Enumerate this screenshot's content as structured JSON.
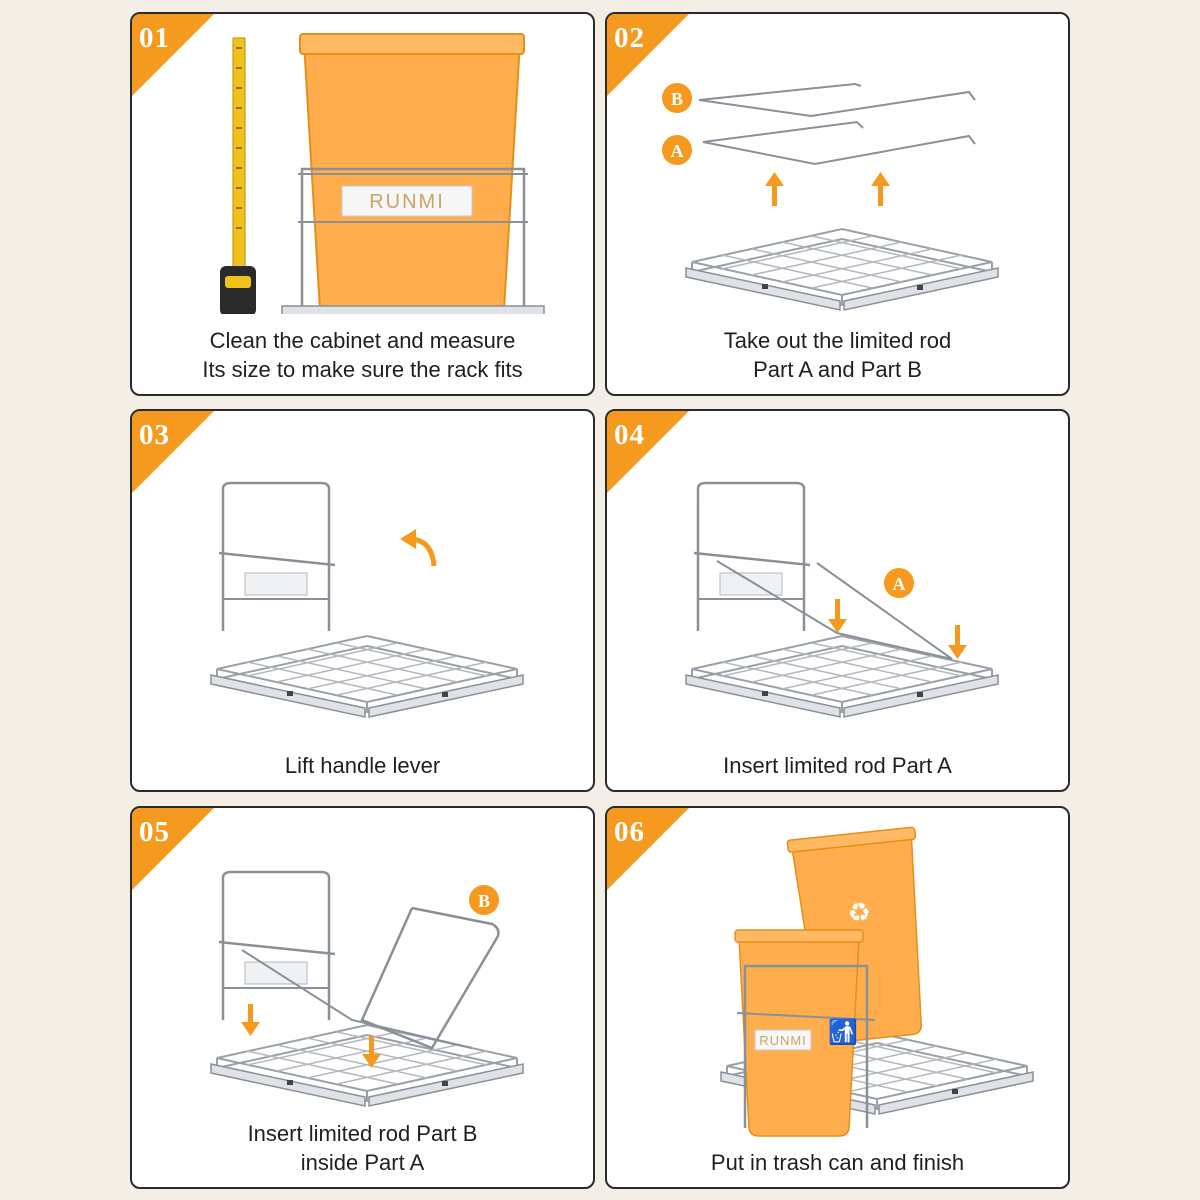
{
  "brand": "RUNMI",
  "accent_color": "#f59a1e",
  "bin_color": "#ffad4d",
  "steps": [
    {
      "number": "01",
      "caption": [
        "Clean the cabinet and measure",
        "Its size to make sure the rack fits"
      ]
    },
    {
      "number": "02",
      "caption": [
        "Take out the limited rod",
        "Part A and Part B"
      ],
      "labels": [
        "B",
        "A"
      ]
    },
    {
      "number": "03",
      "caption": [
        "Lift handle lever"
      ]
    },
    {
      "number": "04",
      "caption": [
        "Insert limited rod Part A"
      ],
      "labels": [
        "A"
      ]
    },
    {
      "number": "05",
      "caption": [
        "Insert limited rod Part B",
        "inside Part A"
      ],
      "labels": [
        "B"
      ]
    },
    {
      "number": "06",
      "caption": [
        "Put in trash can and finish"
      ]
    }
  ]
}
